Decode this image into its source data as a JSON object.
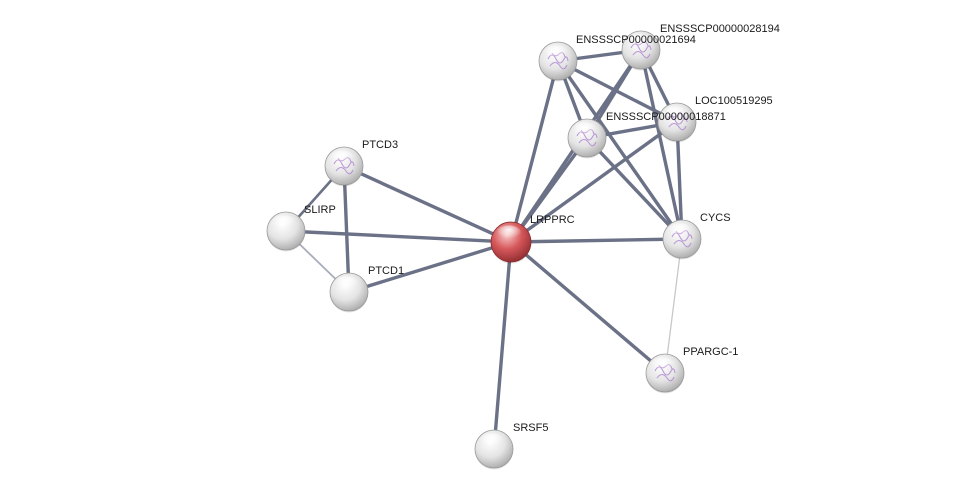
{
  "network": {
    "nodes": [
      {
        "id": "LRPPRC",
        "label": "LRPPRC",
        "query": true,
        "structure": false
      },
      {
        "id": "PTCD3",
        "label": "PTCD3",
        "query": false,
        "structure": true
      },
      {
        "id": "SLIRP",
        "label": "SLIRP",
        "query": false,
        "structure": false
      },
      {
        "id": "PTCD1",
        "label": "PTCD1",
        "query": false,
        "structure": false
      },
      {
        "id": "SRSF5",
        "label": "SRSF5",
        "query": false,
        "structure": false
      },
      {
        "id": "PPARGC-1",
        "label": "PPARGC-1",
        "query": false,
        "structure": true
      },
      {
        "id": "CYCS",
        "label": "CYCS",
        "query": false,
        "structure": true
      },
      {
        "id": "LOC100519295",
        "label": "LOC100519295",
        "query": false,
        "structure": true
      },
      {
        "id": "ENSSSCP00000018871",
        "label": "ENSSSCP00000018871",
        "query": false,
        "structure": true
      },
      {
        "id": "ENSSSCP00000021694",
        "label": "ENSSSCP00000021694",
        "query": false,
        "structure": true
      },
      {
        "id": "ENSSSCP00000028194",
        "label": "ENSSSCP00000028194",
        "query": false,
        "structure": true
      }
    ],
    "edges": [
      {
        "source": "LRPPRC",
        "target": "PTCD3",
        "strength": "strong"
      },
      {
        "source": "LRPPRC",
        "target": "SLIRP",
        "strength": "strong"
      },
      {
        "source": "LRPPRC",
        "target": "PTCD1",
        "strength": "strong"
      },
      {
        "source": "LRPPRC",
        "target": "SRSF5",
        "strength": "strong"
      },
      {
        "source": "LRPPRC",
        "target": "PPARGC-1",
        "strength": "strong"
      },
      {
        "source": "LRPPRC",
        "target": "CYCS",
        "strength": "strong"
      },
      {
        "source": "LRPPRC",
        "target": "ENSSSCP00000021694",
        "strength": "strong"
      },
      {
        "source": "LRPPRC",
        "target": "ENSSSCP00000018871",
        "strength": "strong"
      },
      {
        "source": "LRPPRC",
        "target": "ENSSSCP00000028194",
        "strength": "strong"
      },
      {
        "source": "LRPPRC",
        "target": "LOC100519295",
        "strength": "strong"
      },
      {
        "source": "PTCD3",
        "target": "SLIRP",
        "strength": "medium"
      },
      {
        "source": "PTCD3",
        "target": "PTCD1",
        "strength": "strong"
      },
      {
        "source": "SLIRP",
        "target": "PTCD1",
        "strength": "weak"
      },
      {
        "source": "CYCS",
        "target": "PPARGC-1",
        "strength": "faint"
      },
      {
        "source": "ENSSSCP00000021694",
        "target": "ENSSSCP00000028194",
        "strength": "strong"
      },
      {
        "source": "ENSSSCP00000021694",
        "target": "LOC100519295",
        "strength": "strong"
      },
      {
        "source": "ENSSSCP00000021694",
        "target": "ENSSSCP00000018871",
        "strength": "strong"
      },
      {
        "source": "ENSSSCP00000021694",
        "target": "CYCS",
        "strength": "strong"
      },
      {
        "source": "ENSSSCP00000028194",
        "target": "ENSSSCP00000018871",
        "strength": "strong"
      },
      {
        "source": "ENSSSCP00000028194",
        "target": "LOC100519295",
        "strength": "strong"
      },
      {
        "source": "ENSSSCP00000028194",
        "target": "CYCS",
        "strength": "strong"
      },
      {
        "source": "ENSSSCP00000018871",
        "target": "LOC100519295",
        "strength": "strong"
      },
      {
        "source": "ENSSSCP00000018871",
        "target": "CYCS",
        "strength": "strong"
      },
      {
        "source": "LOC100519295",
        "target": "CYCS",
        "strength": "strong"
      }
    ]
  },
  "colors": {
    "edge_strong": "#6b7186",
    "edge_weak": "#a9adbb",
    "edge_faint": "#c8c8cc",
    "node_fill": "#e6e6e6",
    "query_fill": "#d24b4f",
    "structure_tint": "#b28ad1"
  }
}
